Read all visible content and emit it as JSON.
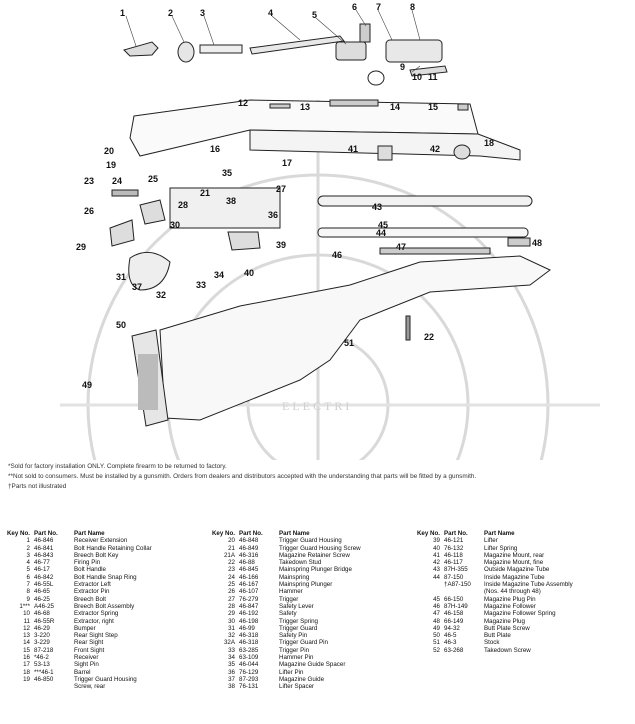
{
  "callouts": [
    "1",
    "2",
    "3",
    "4",
    "5",
    "6",
    "7",
    "8",
    "9",
    "10",
    "11",
    "12",
    "13",
    "14",
    "15",
    "16",
    "17",
    "18",
    "19",
    "20",
    "21",
    "22",
    "23",
    "24",
    "25",
    "26",
    "27",
    "28",
    "29",
    "30",
    "31",
    "32",
    "33",
    "34",
    "35",
    "36",
    "37",
    "38",
    "39",
    "40",
    "41",
    "42",
    "43",
    "44",
    "45",
    "46",
    "47",
    "48",
    "49",
    "50",
    "51"
  ],
  "watermark": "ELECTRI",
  "notes": {
    "line1": "*Sold for factory installation ONLY. Complete firearm to be returned to factory.",
    "line2": "**Not sold to consumers. Must be installed by a gunsmith. Orders from dealers and distributors accepted with the understanding that parts will be fitted by a gunsmith.",
    "line3": "†Parts not illustrated"
  },
  "table": {
    "headers": {
      "key": "Key No.",
      "part": "Part No.",
      "name": "Part Name"
    },
    "col1": [
      {
        "key": "1",
        "part": "46-846",
        "name": "Receiver Extension"
      },
      {
        "key": "2",
        "part": "46-841",
        "name": "Bolt Handle Retaining Collar"
      },
      {
        "key": "3",
        "part": "46-843",
        "name": "Breech Bolt Key"
      },
      {
        "key": "4",
        "part": "46-77",
        "name": "Firing Pin"
      },
      {
        "key": "5",
        "part": "46-17",
        "name": "Bolt Handle"
      },
      {
        "key": "6",
        "part": "46-842",
        "name": "Bolt Handle Snap Ring"
      },
      {
        "key": "7",
        "part": "46-55L",
        "name": "Extractor Left"
      },
      {
        "key": "8",
        "part": "46-65",
        "name": "Extractor Pin"
      },
      {
        "key": "9",
        "part": "46-25",
        "name": "Breech Bolt"
      },
      {
        "key": "1***",
        "part": "A46-25",
        "name": "Breech Bolt Assembly"
      },
      {
        "key": "10",
        "part": "46-68",
        "name": "Extractor Spring"
      },
      {
        "key": "11",
        "part": "46-55R",
        "name": "Extractor, right"
      },
      {
        "key": "12",
        "part": "46-29",
        "name": "Bumper"
      },
      {
        "key": "13",
        "part": "3-220",
        "name": "Rear Sight Step"
      },
      {
        "key": "14",
        "part": "3-229",
        "name": "Rear Sight"
      },
      {
        "key": "15",
        "part": "87-218",
        "name": "Front Sight"
      },
      {
        "key": "16",
        "part": "*46-2",
        "name": "Receiver"
      },
      {
        "key": "17",
        "part": "53-13",
        "name": "Sight Pin"
      },
      {
        "key": "18",
        "part": "***46-1",
        "name": "Barrel"
      },
      {
        "key": "19",
        "part": "46-850",
        "name": "Trigger Guard Housing"
      },
      {
        "key": "",
        "part": "",
        "name": "Screw, rear"
      }
    ],
    "col2": [
      {
        "key": "20",
        "part": "46-848",
        "name": "Trigger Guard Housing"
      },
      {
        "key": "21",
        "part": "46-849",
        "name": "Trigger Guard Housing Screw"
      },
      {
        "key": "21A",
        "part": "46-316",
        "name": "Magazine Retainer Screw"
      },
      {
        "key": "22",
        "part": "46-88",
        "name": "Takedown Stud"
      },
      {
        "key": "23",
        "part": "46-845",
        "name": "Mainspring Plunger Bridge"
      },
      {
        "key": "24",
        "part": "46-166",
        "name": "Mainspring"
      },
      {
        "key": "25",
        "part": "46-167",
        "name": "Mainspring Plunger"
      },
      {
        "key": "26",
        "part": "46-107",
        "name": "Hammer"
      },
      {
        "key": "27",
        "part": "76-279",
        "name": "Trigger"
      },
      {
        "key": "28",
        "part": "46-847",
        "name": "Safety Lever"
      },
      {
        "key": "29",
        "part": "46-192",
        "name": "Safety"
      },
      {
        "key": "30",
        "part": "46-198",
        "name": "Trigger Spring"
      },
      {
        "key": "31",
        "part": "46-99",
        "name": "Trigger Guard"
      },
      {
        "key": "32",
        "part": "46-318",
        "name": "Safety Pin"
      },
      {
        "key": "32A",
        "part": "46-318",
        "name": "Trigger Guard Pin"
      },
      {
        "key": "33",
        "part": "63-285",
        "name": "Trigger Pin"
      },
      {
        "key": "34",
        "part": "63-109",
        "name": "Hammer Pin"
      },
      {
        "key": "35",
        "part": "46-044",
        "name": "Magazine Guide Spacer"
      },
      {
        "key": "36",
        "part": "76-129",
        "name": "Lifter Pin"
      },
      {
        "key": "37",
        "part": "87-293",
        "name": "Magazine Guide"
      },
      {
        "key": "38",
        "part": "76-131",
        "name": "Lifter Spacer"
      }
    ],
    "col3": [
      {
        "key": "39",
        "part": "46-121",
        "name": "Lifter"
      },
      {
        "key": "40",
        "part": "76-132",
        "name": "Lifter Spring"
      },
      {
        "key": "41",
        "part": "46-118",
        "name": "Magazine Mount, rear"
      },
      {
        "key": "42",
        "part": "46-117",
        "name": "Magazine Mount, fine"
      },
      {
        "key": "43",
        "part": "87H-355",
        "name": "Outside Magazine Tube"
      },
      {
        "key": "44",
        "part": "87-150",
        "name": "Inside Magazine Tube"
      },
      {
        "key": "",
        "part": "†A87-150",
        "name": "Inside Magazine Tube Assembly"
      },
      {
        "key": "",
        "part": "",
        "name": "(Nos. 44 through 48)"
      },
      {
        "key": "45",
        "part": "66-150",
        "name": "Magazine Plug Pin"
      },
      {
        "key": "46",
        "part": "87H-149",
        "name": "Magazine Follower"
      },
      {
        "key": "47",
        "part": "46-158",
        "name": "Magazine Follower Spring"
      },
      {
        "key": "48",
        "part": "66-149",
        "name": "Magazine Plug"
      },
      {
        "key": "49",
        "part": "94-32",
        "name": "Butt Plate Screw"
      },
      {
        "key": "50",
        "part": "46-5",
        "name": "Butt Plate"
      },
      {
        "key": "51",
        "part": "46-3",
        "name": "Stock"
      },
      {
        "key": "52",
        "part": "63-268",
        "name": "Takedown Screw"
      }
    ]
  }
}
